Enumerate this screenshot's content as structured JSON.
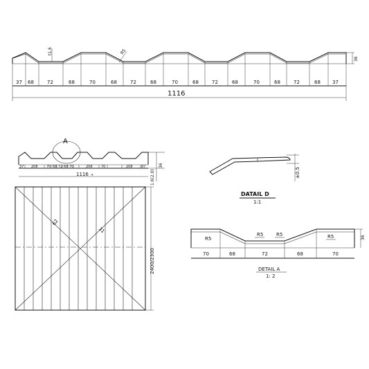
{
  "profile": {
    "widths": [
      "37",
      "68",
      "72",
      "68",
      "70",
      "68",
      "72",
      "68",
      "70",
      "68",
      "72",
      "68",
      "70",
      "68",
      "72",
      "68",
      "37"
    ],
    "total_width": "1116",
    "height": "36",
    "thickness": "t1.6",
    "radius": "R5"
  },
  "panel": {
    "callout": "A",
    "widths": [
      "37",
      "208",
      "70",
      "68",
      "72",
      "68",
      "70",
      "208",
      "70",
      "208",
      "87"
    ],
    "total_width": "1116",
    "height": "36",
    "thickness_label": "1.6(2.0)",
    "length_label": "2400/2300",
    "diag_1": "62",
    "diag_2": "31"
  },
  "detail_d": {
    "title": "DATAIL D",
    "scale": "1:1",
    "tolerance": "±0.5"
  },
  "detail_a": {
    "title": "DETAIL A",
    "scale": "1: 2",
    "radius_left": "R5",
    "radius_mid_1": "R5",
    "radius_mid_2": "R5",
    "radius_right": "R5",
    "widths": [
      "70",
      "68",
      "72",
      "68",
      "70"
    ],
    "height": "36"
  }
}
